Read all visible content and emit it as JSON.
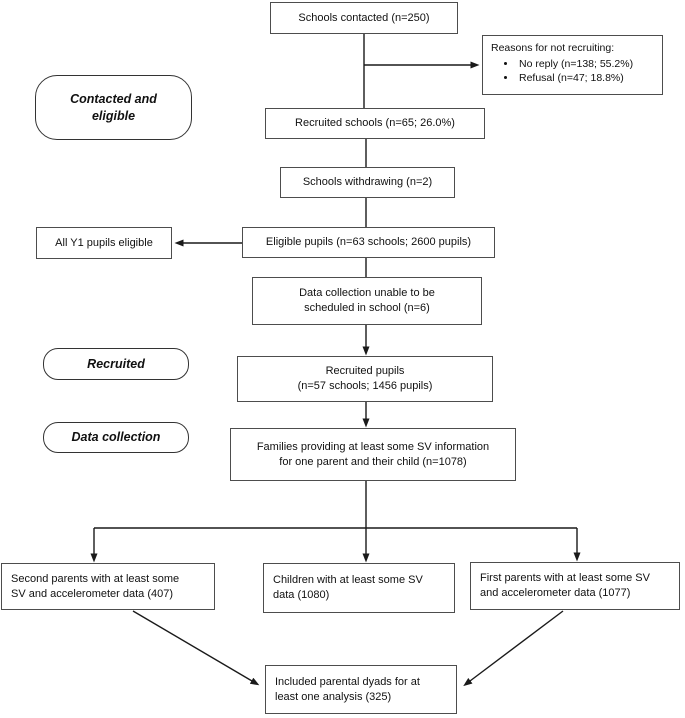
{
  "diagram_type": "study-recruitment-flowchart",
  "colors": {
    "background": "#ffffff",
    "box_border": "#4d4d4d",
    "stage_border": "#333333",
    "line": "#1a1a1a",
    "text": "#111111"
  },
  "stages": [
    {
      "id": "contacted-eligible",
      "lines": [
        "Contacted and",
        "eligible"
      ]
    },
    {
      "id": "recruited",
      "lines": [
        "Recruited"
      ]
    },
    {
      "id": "data-collection",
      "lines": [
        "Data collection"
      ]
    }
  ],
  "nodes": {
    "schools_contacted": {
      "lines": [
        "Schools contacted (n=250)"
      ]
    },
    "reasons": {
      "title": "Reasons for not recruiting:",
      "bullets": [
        "No reply (n=138; 55.2%)",
        "Refusal (n=47; 18.8%)"
      ]
    },
    "recruited_schools": {
      "lines": [
        "Recruited schools (n=65; 26.0%)"
      ]
    },
    "schools_withdrawing": {
      "lines": [
        "Schools withdrawing (n=2)"
      ]
    },
    "all_y1": {
      "lines": [
        "All Y1 pupils eligible"
      ]
    },
    "eligible_pupils": {
      "lines": [
        "Eligible pupils (n=63 schools; 2600 pupils)"
      ]
    },
    "data_collection_unable": {
      "lines": [
        "Data collection unable to be",
        "scheduled in school (n=6)"
      ]
    },
    "recruited_pupils": {
      "lines": [
        "Recruited pupils",
        "(n=57 schools; 1456 pupils)"
      ]
    },
    "families": {
      "lines": [
        "Families providing at least some SV information",
        "for one parent and their child (n=1078)"
      ]
    },
    "second_parents": {
      "lines": [
        "Second parents with at least some",
        "SV and accelerometer data (407)"
      ]
    },
    "children": {
      "lines": [
        "Children with at least some SV",
        "data (1080)"
      ]
    },
    "first_parents": {
      "lines": [
        "First parents with at least some SV",
        "and accelerometer data (1077)"
      ]
    },
    "included_dyads": {
      "lines": [
        "Included parental dyads for at",
        "least one analysis (325)"
      ]
    }
  }
}
